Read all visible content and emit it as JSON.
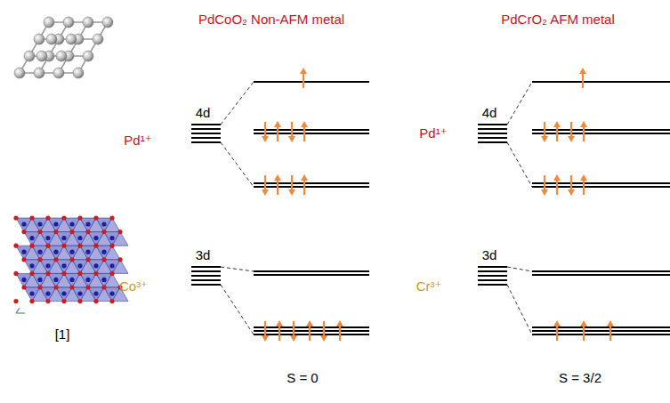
{
  "diagram": {
    "labels": [
      "PdCoO₂ Non-AFM metal",
      "PdCrO₂ AFM metal",
      "4d",
      "Pd¹⁺",
      "3d",
      "Co³⁺",
      "[1]",
      "S = 0",
      "4d",
      "Pd¹⁺",
      "3d",
      "Cr³⁺",
      "S = 3/2"
    ]
  }
}
